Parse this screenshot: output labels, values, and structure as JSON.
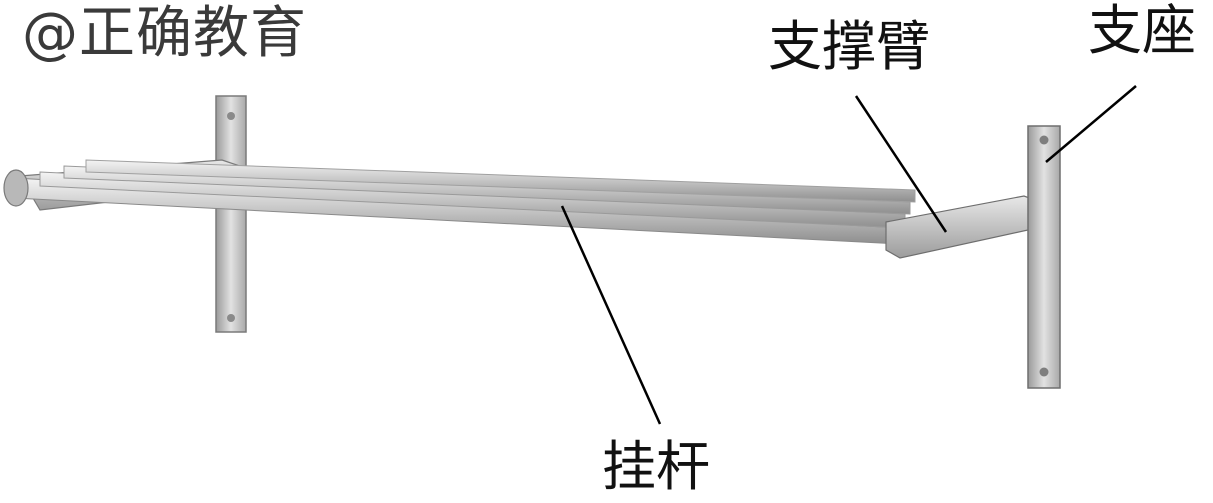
{
  "watermark": "@正确教育",
  "labels": {
    "support_arm": "支撑臂",
    "bracket": "支座",
    "hanging_rod": "挂杆"
  },
  "colors": {
    "metal_light": "#e6e6e6",
    "metal_mid": "#bdbdbd",
    "metal_dark": "#8a8a8a",
    "leader_line": "#000000"
  }
}
